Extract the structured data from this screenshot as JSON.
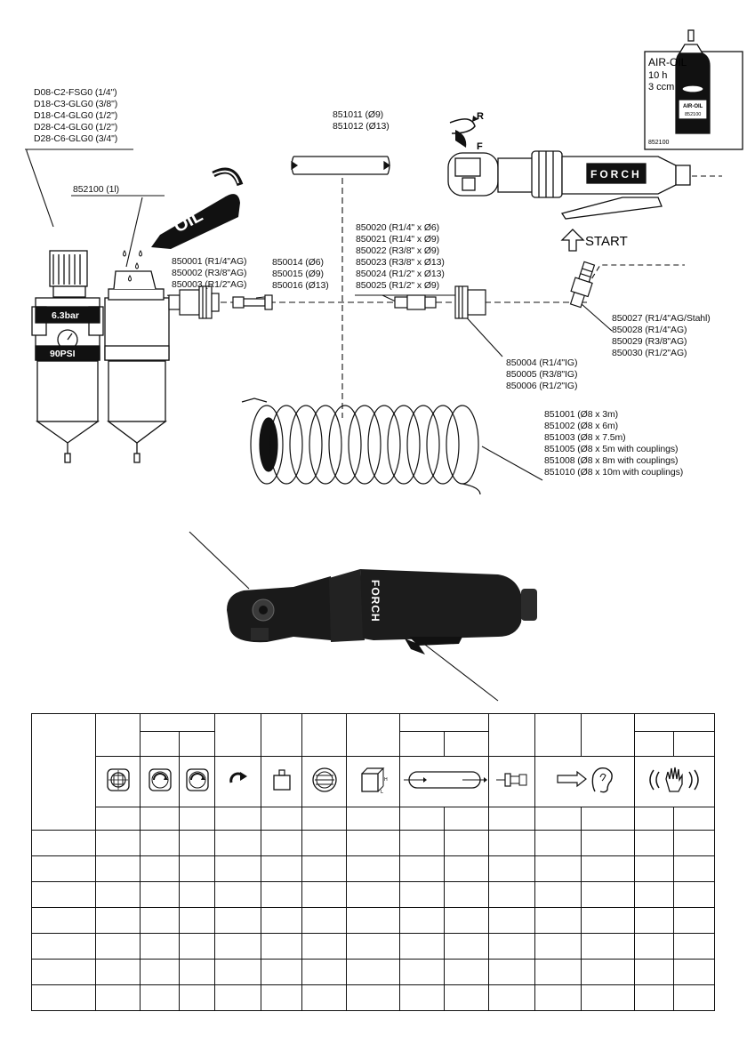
{
  "diagram": {
    "regulator_models": [
      "D08-C2-FSG0 (1/4\")",
      "D18-C3-GLG0 (3/8\")",
      "D18-C4-GLG0 (1/2\")",
      "D28-C4-GLG0 (1/2\")",
      "D28-C6-GLG0 (3/4\")"
    ],
    "oil_part": "852100 (1l)",
    "oil_can_text": "OIL",
    "gauge_bar": "6.3bar",
    "gauge_psi": "90PSI",
    "plug_ag": [
      "850001 (R1/4\"AG)",
      "850002 (R3/8\"AG)",
      "850003 (R1/2\"AG)"
    ],
    "hose_nipple": [
      "850014 (Ø6)",
      "850015 (Ø9)",
      "850016 (Ø13)"
    ],
    "hose_straight": [
      "851011 (Ø9)",
      "851012 (Ø13)"
    ],
    "rotation": {
      "reverse": "R",
      "forward": "F"
    },
    "tool_brand": "FORCH",
    "air_oil_box": [
      "AIR-OIL",
      "10 h",
      "3 ccm"
    ],
    "air_oil_bottle": [
      "AIR-OIL",
      "852100"
    ],
    "air_oil_box_part": "852100",
    "start_label": "START",
    "hose_adapters": [
      "850020 (R1/4\" x Ø6)",
      "850021 (R1/4\" x Ø9)",
      "850022 (R3/8\" x Ø9)",
      "850023 (R3/8\" x Ø13)",
      "850024 (R1/2\" x Ø13)",
      "850025 (R1/2\" x Ø9)"
    ],
    "tool_plugs": [
      "850027 (R1/4\"AG/Stahl)",
      "850028 (R1/4\"AG)",
      "850029 (R3/8\"AG)",
      "850030 (R1/2\"AG)"
    ],
    "couplers_ig": [
      "850004 (R1/4\"IG)",
      "850005 (R3/8\"IG)",
      "850006 (R1/2\"IG)"
    ],
    "spiral_hoses": [
      "851001 (Ø8 x 3m)",
      "851002 (Ø8 x 6m)",
      "851003 (Ø8 x 7.5m)",
      "851005 (Ø8 x 5m with couplings)",
      "851008 (Ø8 x 8m with couplings)",
      "851010 (Ø8 x 10m with couplings)"
    ],
    "photo_brand": "FORCH"
  },
  "spec_table": {
    "icons": [
      "square-drive-icon",
      "rpm-icon",
      "rpm-icon",
      "torque-icon",
      "weight-icon",
      "hose-bore-icon",
      "dimensions-icon",
      "air-consumption-icon",
      "air-inlet-icon",
      "noise-icon",
      "vibration-icon"
    ],
    "data_rows": 7
  }
}
